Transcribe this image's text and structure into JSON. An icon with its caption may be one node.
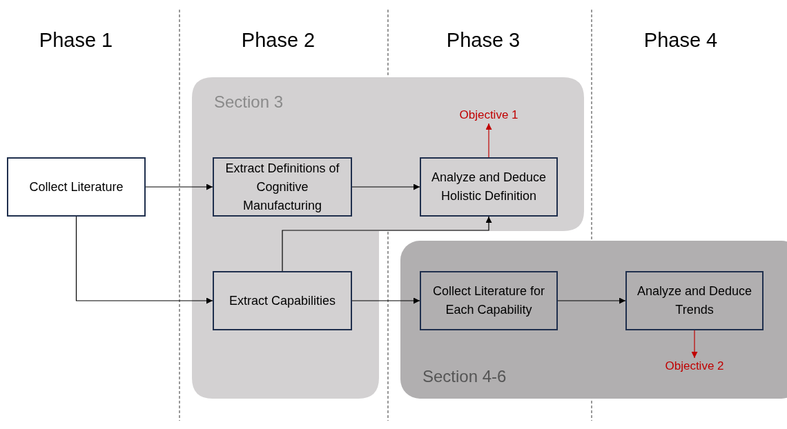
{
  "diagram": {
    "nodes": [
      {
        "text": [
          "Section 3"
        ]
      },
      {
        "text": [
          "Objective 1"
        ],
        "in": 0
      },
      {
        "text": [
          "Collect Literature"
        ]
      },
      {
        "text": [
          "Extract Definitions of Cognitive Manufacturing"
        ],
        "in": 0
      },
      {
        "text": [
          "Analyze and Deduce Holistic Definition"
        ],
        "in": 0
      },
      {
        "text": [
          "Section 4-6"
        ]
      },
      {
        "text": [
          "Extract Capabilities"
        ],
        "in": 0
      },
      {
        "text": [
          "Collect Literature for Each Capability"
        ],
        "in": 5
      },
      {
        "text": [
          "Analyze and Deduce Trends"
        ],
        "in": 5
      },
      {
        "text": [
          "Objective 2"
        ],
        "in": 5
      }
    ],
    "edges": [
      {
        "from": 2,
        "to": 3,
        "arrow": "to"
      },
      {
        "from": 2,
        "to": 6,
        "arrow": "to"
      },
      {
        "from": 3,
        "to": 4,
        "arrow": "to"
      },
      {
        "from": 6,
        "to": 4,
        "arrow": "to"
      },
      {
        "from": 6,
        "to": 7,
        "arrow": "to"
      },
      {
        "from": 7,
        "to": 8,
        "arrow": "to"
      },
      {
        "from": 4,
        "to": 1,
        "arrow": "to",
        "color": "#c00000"
      },
      {
        "from": 8,
        "to": 9,
        "arrow": "to",
        "color": "#c00000"
      }
    ],
    "labels": [
      "Phase 1",
      "Phase 2",
      "Phase 3",
      "Phase 4"
    ]
  }
}
